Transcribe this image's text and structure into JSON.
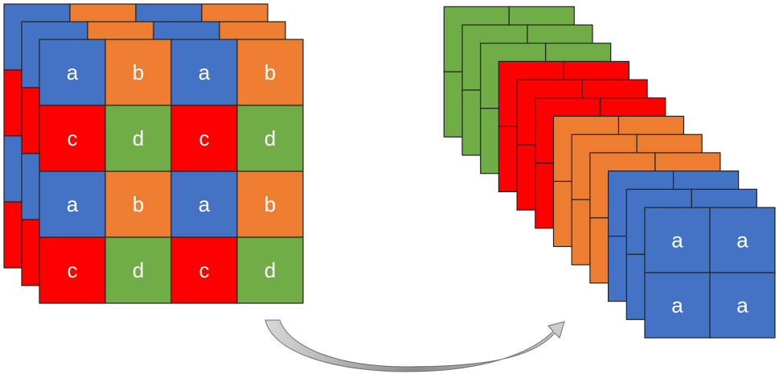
{
  "colors": {
    "a": "#4472C4",
    "b": "#ED7D31",
    "c": "#FF0000",
    "d": "#70AD47",
    "outline": "#222222",
    "arrow": "#8c8c8c"
  },
  "left_stack": {
    "layers": 3,
    "grid": [
      [
        "a",
        "b",
        "a",
        "b"
      ],
      [
        "c",
        "d",
        "c",
        "d"
      ],
      [
        "a",
        "b",
        "a",
        "b"
      ],
      [
        "c",
        "d",
        "c",
        "d"
      ]
    ]
  },
  "right_stack": {
    "groups": [
      {
        "channel": "d",
        "layers": 3,
        "label": ""
      },
      {
        "channel": "c",
        "layers": 3,
        "label": ""
      },
      {
        "channel": "b",
        "layers": 3,
        "label": ""
      },
      {
        "channel": "a",
        "layers": 3,
        "label": "a"
      }
    ],
    "front_grid": [
      [
        "a",
        "a"
      ],
      [
        "a",
        "a"
      ]
    ]
  }
}
